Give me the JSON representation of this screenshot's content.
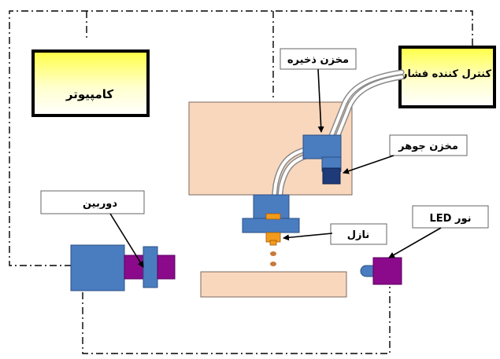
{
  "labels": {
    "computer": "کامپیوتر",
    "pressure_controller": "کنترل کننده فشار",
    "reservoir": "مخزن ذخیره",
    "ink_reservoir": "مخزن جوهر",
    "camera": "دوربین",
    "led_light": "نور LED",
    "nozzle": "نازل"
  },
  "colors": {
    "panel_fill": "#f9d7bd",
    "blue_part": "#4a7cc0",
    "dark_blue": "#1e3a78",
    "purple": "#8b0a8b",
    "orange": "#f29b1b",
    "droplet": "#c87a3a",
    "yellow_bright": "#ffff33",
    "dash_line": "#000000"
  },
  "icons": {
    "tube": "tube-line",
    "droplets": "droplet-dots"
  }
}
